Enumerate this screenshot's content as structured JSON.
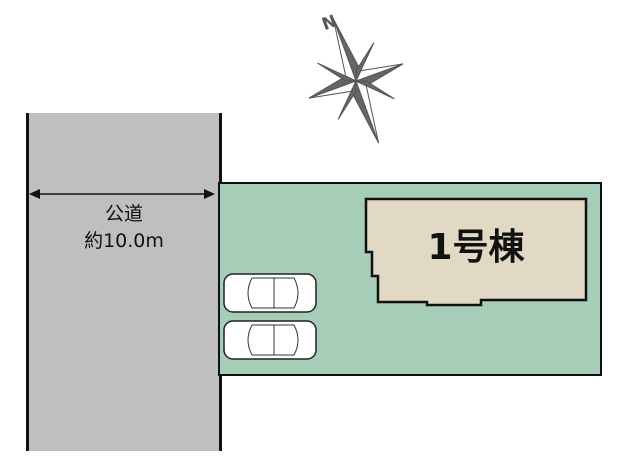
{
  "compass": {
    "label": "N",
    "icon": "compass-rose-icon"
  },
  "road": {
    "type": "公道",
    "width": "約10.0m",
    "color": "#bfbfbf"
  },
  "lot": {
    "color": "#a6cdb8"
  },
  "building": {
    "label": "1号棟",
    "color": "#e2d9c5"
  },
  "parking": {
    "cars": [
      {
        "name": "car-1"
      },
      {
        "name": "car-2"
      }
    ]
  }
}
